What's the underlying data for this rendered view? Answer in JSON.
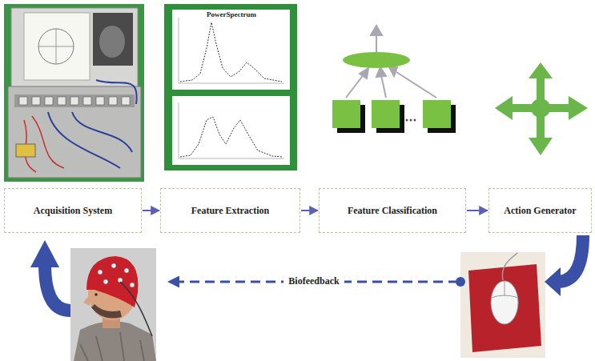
{
  "diagram": {
    "nodes": [
      {
        "text": [
          "Acquisition System"
        ]
      },
      {
        "text": [
          "Feature Extraction"
        ]
      },
      {
        "text": [
          "Feature Classification"
        ]
      },
      {
        "text": [
          "Action Generator"
        ]
      }
    ],
    "edges": [
      {
        "from": 0,
        "to": 1,
        "arrow": "to"
      },
      {
        "from": 1,
        "to": 2,
        "arrow": "to"
      },
      {
        "from": 2,
        "to": 3,
        "arrow": "to"
      }
    ],
    "labels": [
      "PowerSpectrum",
      "Biofeedback"
    ]
  }
}
